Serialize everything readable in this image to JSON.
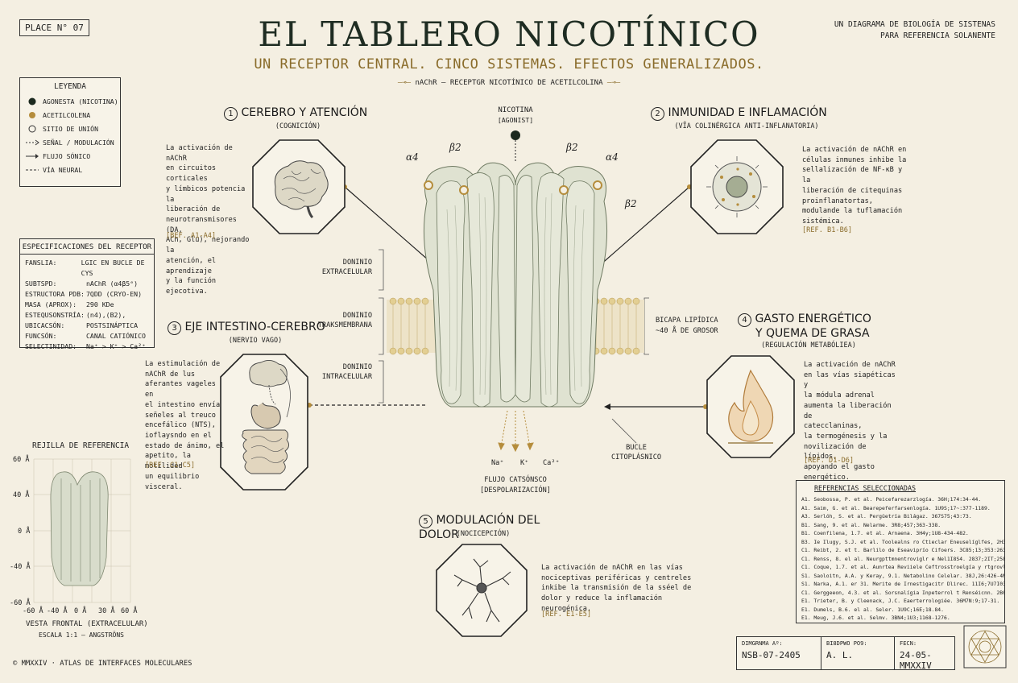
{
  "header": {
    "plate": "PLACE N° 07",
    "title": "EL TABLERO NICOTÍNICO",
    "subtitle": "UN RECEPTOR CENTRAL. CINCO SISTEMAS. EFECTOS GENERALIZADOS.",
    "tagline": "nAChR — RECEPTGR NICOTÍNICO DE ACETILCOLINA",
    "corner_line1": "UN DIAGRAMA DE BIOLOGÍA DE SISTENAS",
    "corner_line2": "PARA REFERENCIA SOLANENTE"
  },
  "legend": {
    "title": "LEYENDA",
    "items": [
      {
        "icon": "filled-dot-icon",
        "label": "AGONESTA (NICOTINA)"
      },
      {
        "icon": "gold-dot-icon",
        "label": "ACETILCOLENA"
      },
      {
        "icon": "open-circle-icon",
        "label": "SITIO DE UNIÓN"
      },
      {
        "icon": "dashed-arrow-icon",
        "label": "SEÑAL / MODULACIÓN"
      },
      {
        "icon": "solid-arrow-icon",
        "label": "FLUJO SÓNICO"
      },
      {
        "icon": "dashed-line-icon",
        "label": "VÍA NEURAL"
      }
    ]
  },
  "specs": {
    "title": "ESPECIFICACIONES DEL RECEPTOR",
    "rows": [
      {
        "k": "FANSLIA:",
        "v": "LGIC EN BUCLE DE CYS"
      },
      {
        "k": "SUBTSPD:",
        "v": "nAChR (α4β5ᵉ)"
      },
      {
        "k": "ESTRUCTORA PDB:",
        "v": "7QDD (CRYO-EN)"
      },
      {
        "k": "MASA (APROX):",
        "v": "290 KDe"
      },
      {
        "k": "ESTEQUSONSTRÍA:",
        "v": "(n4),(B2),"
      },
      {
        "k": "UBICACSÓN:",
        "v": "POSTSINÁPTICA"
      },
      {
        "k": "FUNCSÓN:",
        "v": "CANAL CATIÓNICO"
      },
      {
        "k": "SELECTINIDAD:",
        "v": "Na⁺ > K⁺ > Ca²⁺"
      }
    ]
  },
  "grid": {
    "title": "REJILLA DE REFERENCIA",
    "y_ticks": [
      "60 Å",
      "40 Å",
      "0 Å",
      "-40 Å",
      "-60 Å"
    ],
    "x_ticks": [
      "-60 Å",
      "-40 Å",
      "0 Å",
      "30 Å",
      "60 Å"
    ],
    "caption1": "VESTA FRONTAL (EXTRACELULAR)",
    "caption2": "ESCALA 1:1 — ANGSTRÖNS"
  },
  "sections": {
    "brain": {
      "num": "1",
      "title": "CEREBRO Y ATENCIÓN",
      "sub": "(COGNICIÓN)",
      "text": [
        "La activación de nAChR",
        "en circuitos corticales",
        "y límbicos potencia la",
        "liberación de",
        "neurotransmisores (DA,",
        "ACh, Glu), nejorando la",
        "atención, el aprendizaje",
        "y la función ejecotiva."
      ],
      "ref": "[BEF. A1-A4]"
    },
    "immune": {
      "num": "2",
      "title": "INMUNIDAD E INFLAMACIÓN",
      "sub": "(VĨA COLINÉRGICA ANTI-INFLANATORIA)",
      "text": [
        "La activación de nAChR en",
        "células inmunes inhibe la",
        "sellalización de NF-κB y la",
        "liberación de citequinas",
        "proinflanatortas,",
        "modulande la tuflamación",
        "sistémica."
      ],
      "ref": "[REF. B1-B6]"
    },
    "gut": {
      "num": "3",
      "title": "EJE INTESTINO-CEREBRO",
      "sub": "(NERVIO VAGO)",
      "text": [
        "La estimulación de",
        "nAChR de lus",
        "aferantes vageles en",
        "el intestino envía",
        "señeles al treuco",
        "encefálico (NTS),",
        "ioflaysndo en el",
        "estado de ánimo, el",
        "apetito, la motilided",
        "un equilibrio visceral."
      ],
      "ref": "[REF. C1-C5]"
    },
    "energy": {
      "num": "4",
      "title1": "GASTO ENERGÉTICO",
      "title2": "Y QUEMA DE GRASA",
      "sub": "(REGULACIÓN METABÓLIEA)",
      "text": [
        "La activación de nAChR",
        "en las vías siapéticas y",
        "la módula adrenal",
        "aumenta la liberación de",
        "catecclaninas,",
        "la termogénesis y la",
        "novilización de lípidos,",
        "apoyando el gasto",
        "energético."
      ],
      "ref": "[REF. D1-D6]"
    },
    "pain": {
      "num": "5",
      "title": "MODULACIÓN DEL DOLOR",
      "sub": "(NOCICEPCIÓN)",
      "text": [
        "La activación de nAChR en las vías",
        "nociceptivas periféricas y centreles",
        "inkibe la transmisión de la sséel de",
        "dolor y reduce la inflamación neurogénica."
      ],
      "ref": "[REF. E1-E5]"
    }
  },
  "receptor": {
    "nicotine_label": "NICOTINA",
    "agonist_label": "[AGONIST]",
    "subunit_a4": "α4",
    "subunit_b2": "β2",
    "domain_extra1": "DONINIO",
    "domain_extra2": "EXTRACELULAR",
    "domain_trans1": "DONINIO",
    "domain_trans2": "TRAKSMEMBRANA",
    "domain_intra1": "DONINIO",
    "domain_intra2": "INTRACELULAR",
    "bilayer1": "BICAPA LIPÍDICA",
    "bilayer2": "~40 Å DE GROSOR",
    "loop1": "BUCLE",
    "loop2": "CITOPLÁSNICO",
    "ion_na": "Na⁺",
    "ion_k": "K⁺",
    "ion_ca": "Ca²⁺",
    "flux1": "FLUJO CATSÓNSCO",
    "flux2": "[DESPOLARIZACIÓN]"
  },
  "references": {
    "title": "REFERENCIAS SELECCIONADAS",
    "items": [
      "A1. Seobossa, P. et al. Peicefarezarzlogía. 36H;174:34-44.",
      "A1. Saim, G. et al. Bearepeferfarsenlogía. 1U9S;17~:377-1189.",
      "A3. Serlóh, S. et al. Pergüetría Bilágaz. 367S75;43:73.",
      "B1. Sang, 9. et al. Nelarme. 3R8;457;363-338.",
      "B1. Coenfilena, 1.7. et al. Arnaena. 3H4y;1U8-434-482.",
      "B3. Ie Ilugy, S.J. et al. Toolealns ro Ctieclar Eneuselíglfes, 2H3;18:219-234.",
      "C1. Reibt, 2. et t. Barlilo de Eseaviprío Cifoers. 3C85;13;353:263.",
      "C1. Renss, 8. el al. Neurgpttmnentroviglr e Nel1I8S4. 2837;2IT;258U.",
      "C1. Coque, 1.7. et al. Aunrtea Reviiele Ceftrosstroelgía y rtgrovlogía. 3871;18:437-494.",
      "S1. Saoloitn, A.A. y Keray, 9.1. Netabolino Celelar. 38J,26:426-4M.",
      "S1. Narka, A.1. er 31. Merite de Irnestigacitr Dlirec. 11I6;7U7I03-3776.",
      "C1. Gerggeeon, 4.3. et al. Sorsnalígia Inpeterrol t Renséicnn. 2B0,0T1:444-453.",
      "E1. Trieter, B. y Cleenack, J.C. Eaerterrologiée. 36M7N:9;17-31.",
      "E1. Dumels, B.6. el al. Seler. 1U9C;16E;18.84.",
      "E1. Meug, J.6. et al. Selmv. 3BN4;1U3;1168-1276."
    ]
  },
  "footer": {
    "left": "© MMXXIV · ATLAS DE INTERFACES MOLECULARES",
    "diagram_label": "DIMGRNMA Aº:",
    "diagram_value": "NSB-07-2405",
    "author_label": "BI8DPWO PO9:",
    "author_value": "A. L.",
    "date_label": "FECN:",
    "date_value": "24-05-MMXXIV"
  }
}
